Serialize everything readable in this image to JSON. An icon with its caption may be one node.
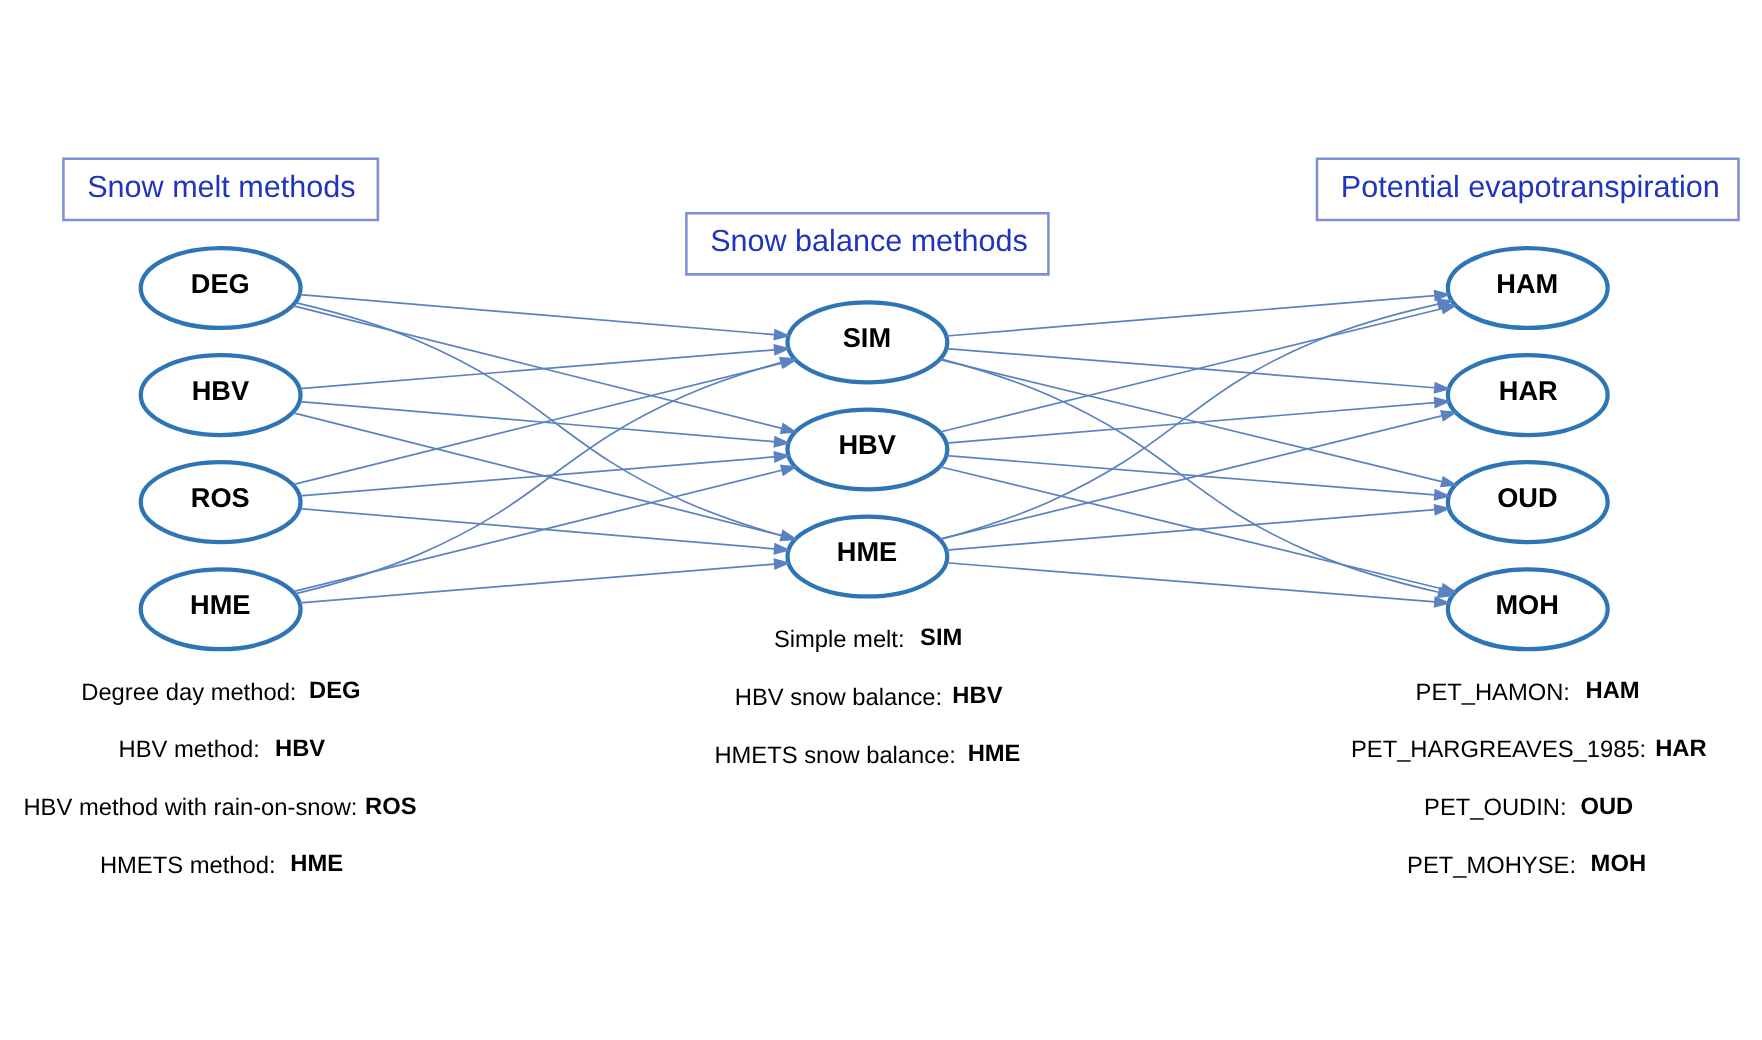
{
  "diagram": {
    "nodes": [
      {
        "text": [
          "Snow melt methods"
        ]
      },
      {
        "text": [
          "Snow balance methods"
        ]
      },
      {
        "text": [
          "Potential evapotranspiration"
        ]
      },
      {
        "text": [
          "DEG"
        ]
      },
      {
        "text": [
          "HBV"
        ]
      },
      {
        "text": [
          "ROS"
        ]
      },
      {
        "text": [
          "HME"
        ]
      },
      {
        "text": [
          "SIM"
        ]
      },
      {
        "text": [
          "HBV"
        ]
      },
      {
        "text": [
          "HME"
        ]
      },
      {
        "text": [
          "HAM"
        ]
      },
      {
        "text": [
          "HAR"
        ]
      },
      {
        "text": [
          "OUD"
        ]
      },
      {
        "text": [
          "MOH"
        ]
      }
    ],
    "edges": [
      {
        "from": 3,
        "to": 7,
        "arrow": "to"
      },
      {
        "from": 3,
        "to": 8,
        "arrow": "to"
      },
      {
        "from": 3,
        "to": 9,
        "arrow": "to"
      },
      {
        "from": 4,
        "to": 7,
        "arrow": "to"
      },
      {
        "from": 4,
        "to": 8,
        "arrow": "to"
      },
      {
        "from": 4,
        "to": 9,
        "arrow": "to"
      },
      {
        "from": 5,
        "to": 7,
        "arrow": "to"
      },
      {
        "from": 5,
        "to": 8,
        "arrow": "to"
      },
      {
        "from": 5,
        "to": 9,
        "arrow": "to"
      },
      {
        "from": 6,
        "to": 7,
        "arrow": "to"
      },
      {
        "from": 6,
        "to": 8,
        "arrow": "to"
      },
      {
        "from": 6,
        "to": 9,
        "arrow": "to"
      },
      {
        "from": 7,
        "to": 10,
        "arrow": "to"
      },
      {
        "from": 7,
        "to": 11,
        "arrow": "to"
      },
      {
        "from": 7,
        "to": 12,
        "arrow": "to"
      },
      {
        "from": 7,
        "to": 13,
        "arrow": "to"
      },
      {
        "from": 8,
        "to": 10,
        "arrow": "to"
      },
      {
        "from": 8,
        "to": 11,
        "arrow": "to"
      },
      {
        "from": 8,
        "to": 12,
        "arrow": "to"
      },
      {
        "from": 8,
        "to": 13,
        "arrow": "to"
      },
      {
        "from": 9,
        "to": 10,
        "arrow": "to"
      },
      {
        "from": 9,
        "to": 11,
        "arrow": "to"
      },
      {
        "from": 9,
        "to": 12,
        "arrow": "to"
      },
      {
        "from": 9,
        "to": 13,
        "arrow": "to"
      }
    ],
    "labels": [
      "Degree day method: **DEG**",
      "HBV method: **HBV**",
      "HBV method with rain-on-snow: **ROS**",
      "HMETS method: **HME**",
      "Simple melt: **SIM**",
      "HBV snow balance: **HBV**",
      "HMETS snow balance: **HME**",
      "PET_HAMON: **HAM**",
      "PET_HARGREAVES_1985: **HAR**",
      "PET_OUDIN: **OUD**",
      "PET_MOHYSE: **MOH**"
    ]
  }
}
